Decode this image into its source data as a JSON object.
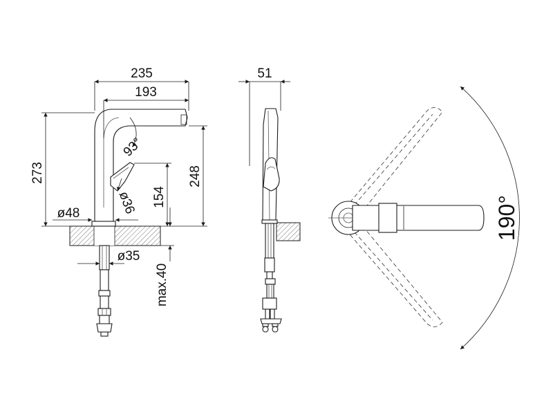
{
  "dimensions": {
    "width_overall": "235",
    "width_spout": "193",
    "spout_angle": "93°",
    "height_overall": "273",
    "height_spout": "248",
    "height_handle": "154",
    "hole_diameter": "ø36",
    "base_diameter": "ø48",
    "shank_diameter": "ø35",
    "max_thickness": "max.40",
    "side_depth": "51",
    "swivel_angle": "190°"
  },
  "colors": {
    "line": "#1a1a1a",
    "hatch": "#666666",
    "text": "#111111"
  }
}
